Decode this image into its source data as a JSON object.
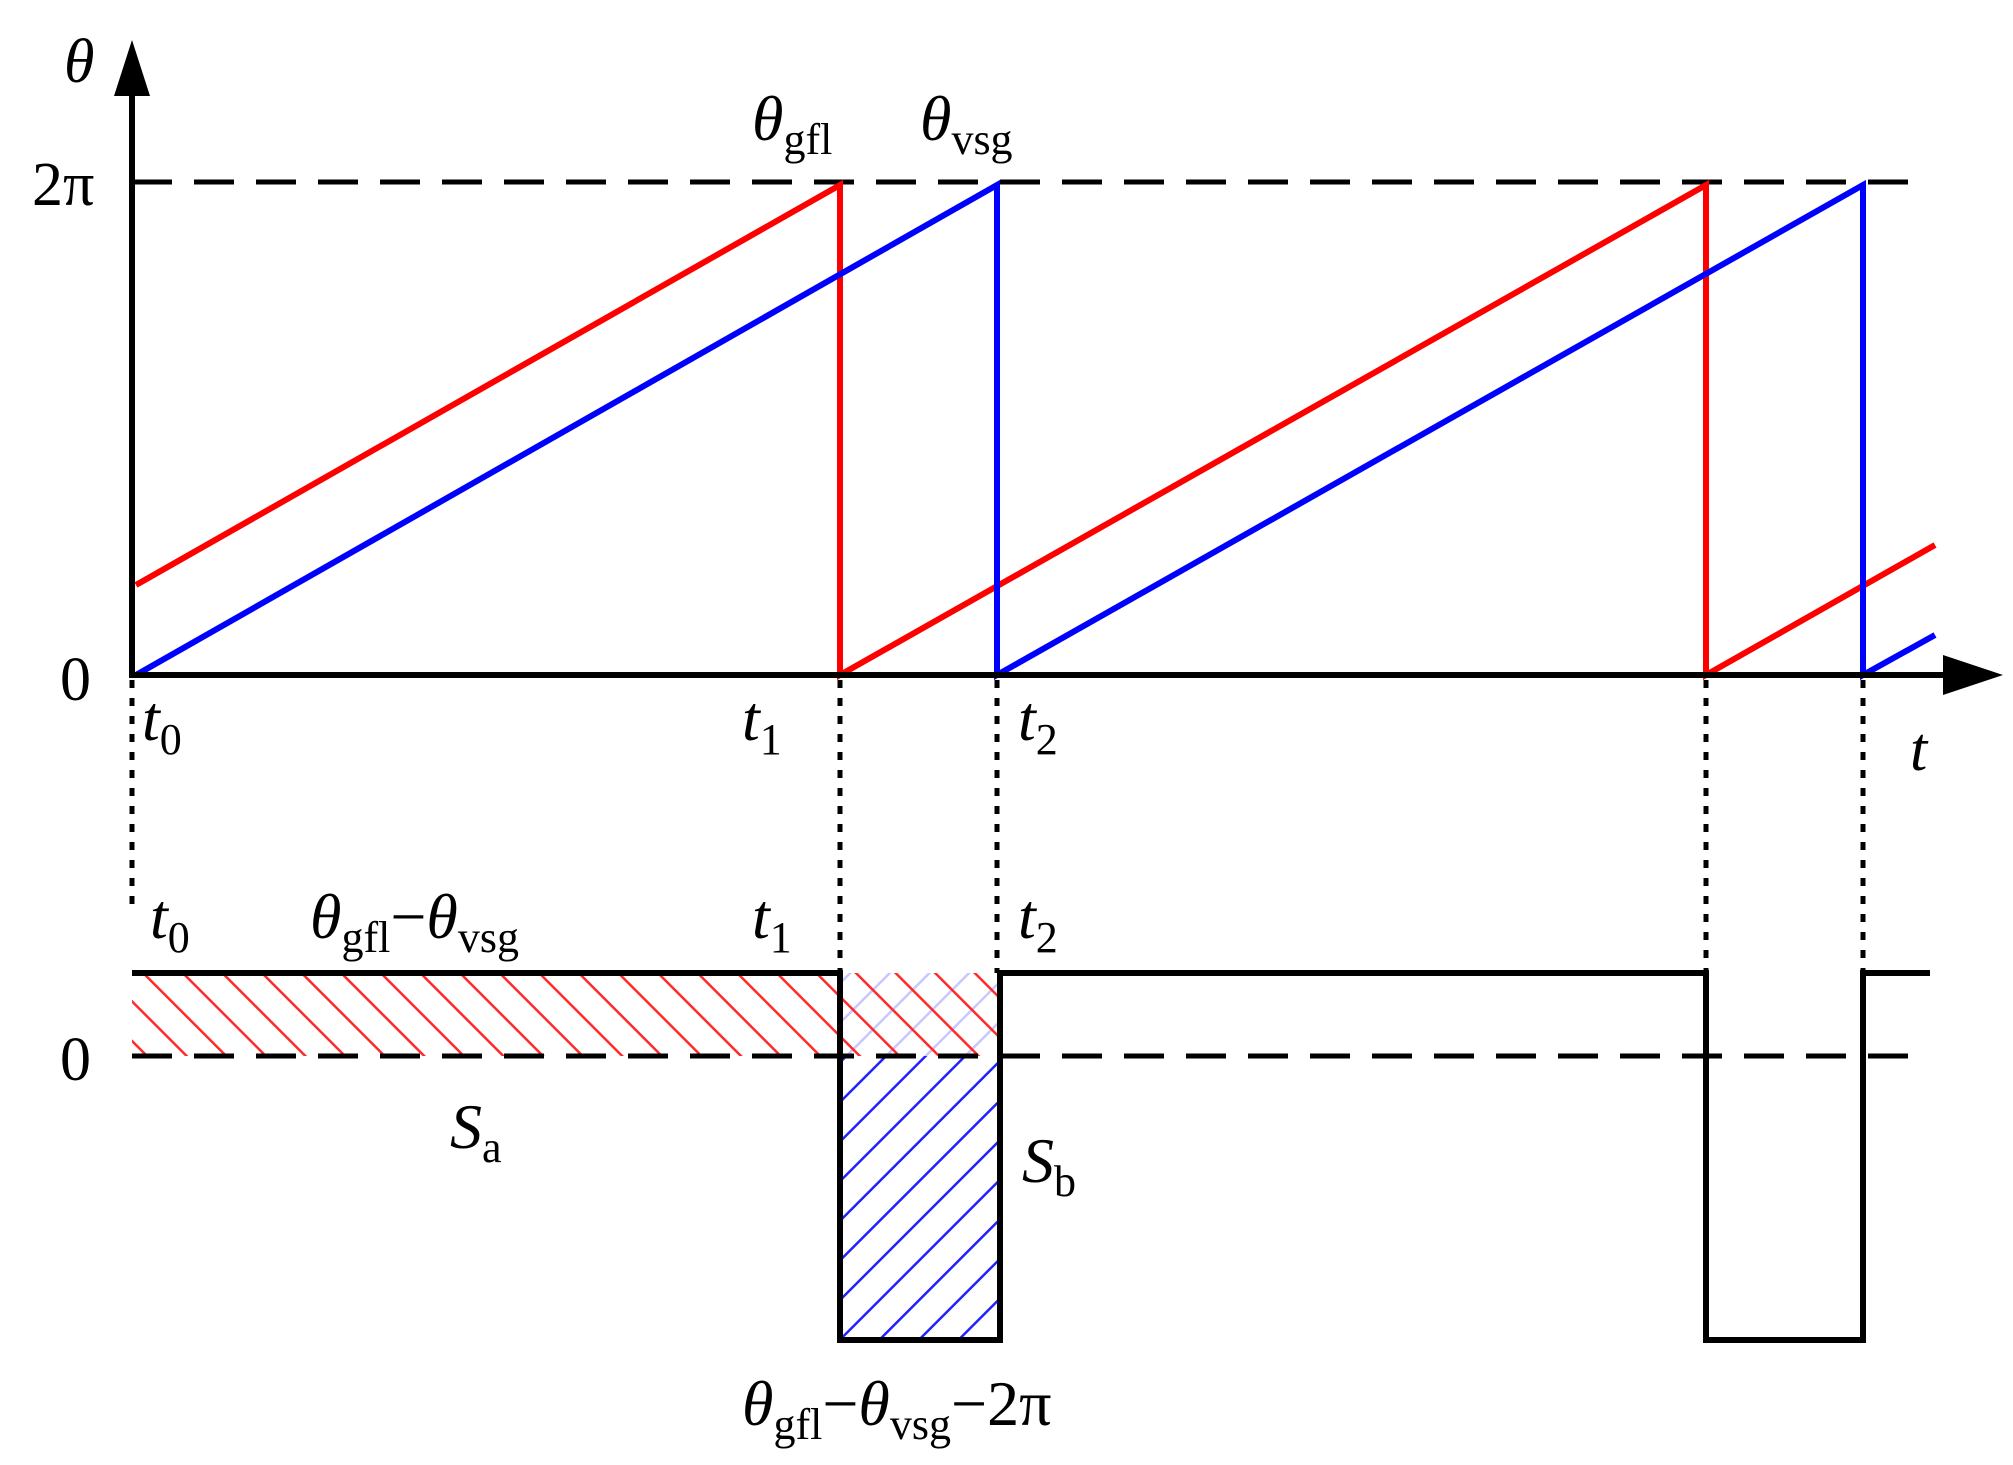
{
  "axes": {
    "y_label": "θ",
    "x_label": "t",
    "tick_2pi": "2π",
    "tick_zero_top": "0",
    "tick_zero_bottom": "0"
  },
  "curves": {
    "gfl": {
      "sym": "θ",
      "sub": "gfl",
      "color": "#ff0000"
    },
    "vsg": {
      "sym": "θ",
      "sub": "vsg",
      "color": "#0000ff"
    }
  },
  "time_labels": {
    "t0": {
      "sym": "t",
      "sub": "0"
    },
    "t1": {
      "sym": "t",
      "sub": "1"
    },
    "t2": {
      "sym": "t",
      "sub": "2"
    }
  },
  "difference": {
    "label": {
      "a": "θ",
      "a_sub": "gfl",
      "op": "−",
      "b": "θ",
      "b_sub": "vsg"
    },
    "label_neg": {
      "a": "θ",
      "a_sub": "gfl",
      "op": "−",
      "b": "θ",
      "b_sub": "vsg",
      "tail": "−2π"
    },
    "area_a": {
      "sym": "S",
      "sub": "a",
      "color": "#ff0000"
    },
    "area_b": {
      "sym": "S",
      "sub": "b",
      "color": "#0000ff"
    }
  }
}
